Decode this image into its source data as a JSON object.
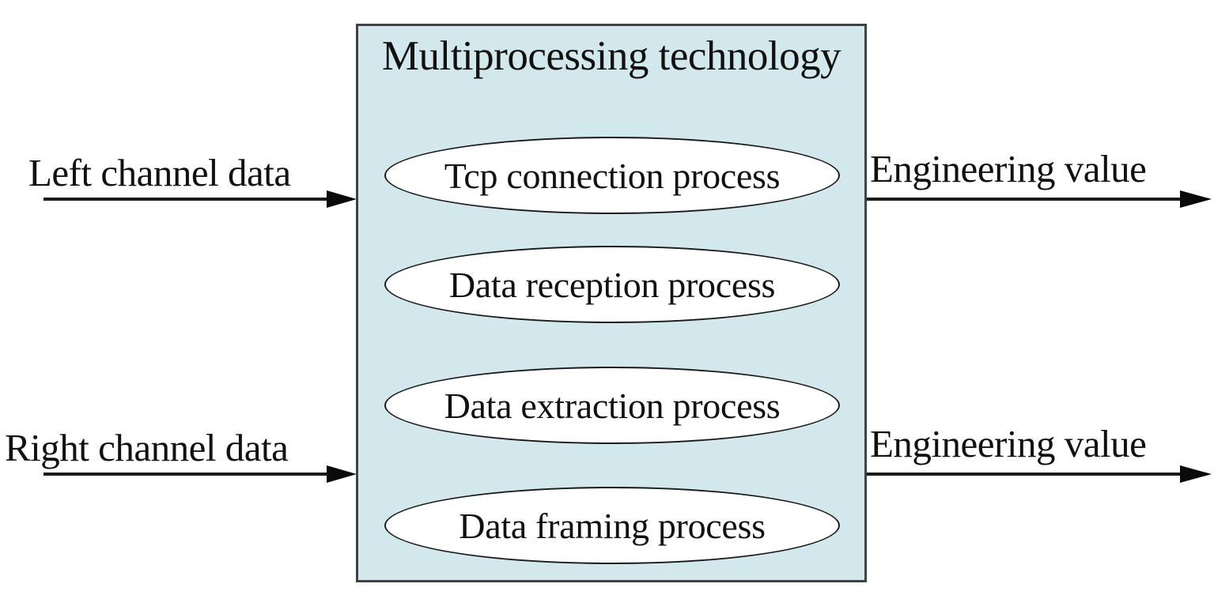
{
  "diagram": {
    "title": "Multiprocessing technology",
    "box": {
      "label": "Multiprocessing technology",
      "fill_color": "#d2e8ec",
      "border_color": "#3d4346"
    },
    "processes": [
      {
        "label": "Tcp connection process"
      },
      {
        "label": "Data reception process"
      },
      {
        "label": "Data extraction process"
      },
      {
        "label": "Data framing process"
      }
    ],
    "inputs": [
      {
        "label": "Left channel data"
      },
      {
        "label": "Right channel data"
      }
    ],
    "outputs": [
      {
        "label": "Engineering value"
      },
      {
        "label": "Engineering value"
      }
    ],
    "colors": {
      "box_fill": "#d2e8ec",
      "box_stroke": "#3d4346",
      "ellipse_fill": "#ffffff",
      "ellipse_stroke": "#1a1a1a",
      "text": "#111111",
      "arrow": "#1a1a1a",
      "background": "#ffffff"
    }
  }
}
